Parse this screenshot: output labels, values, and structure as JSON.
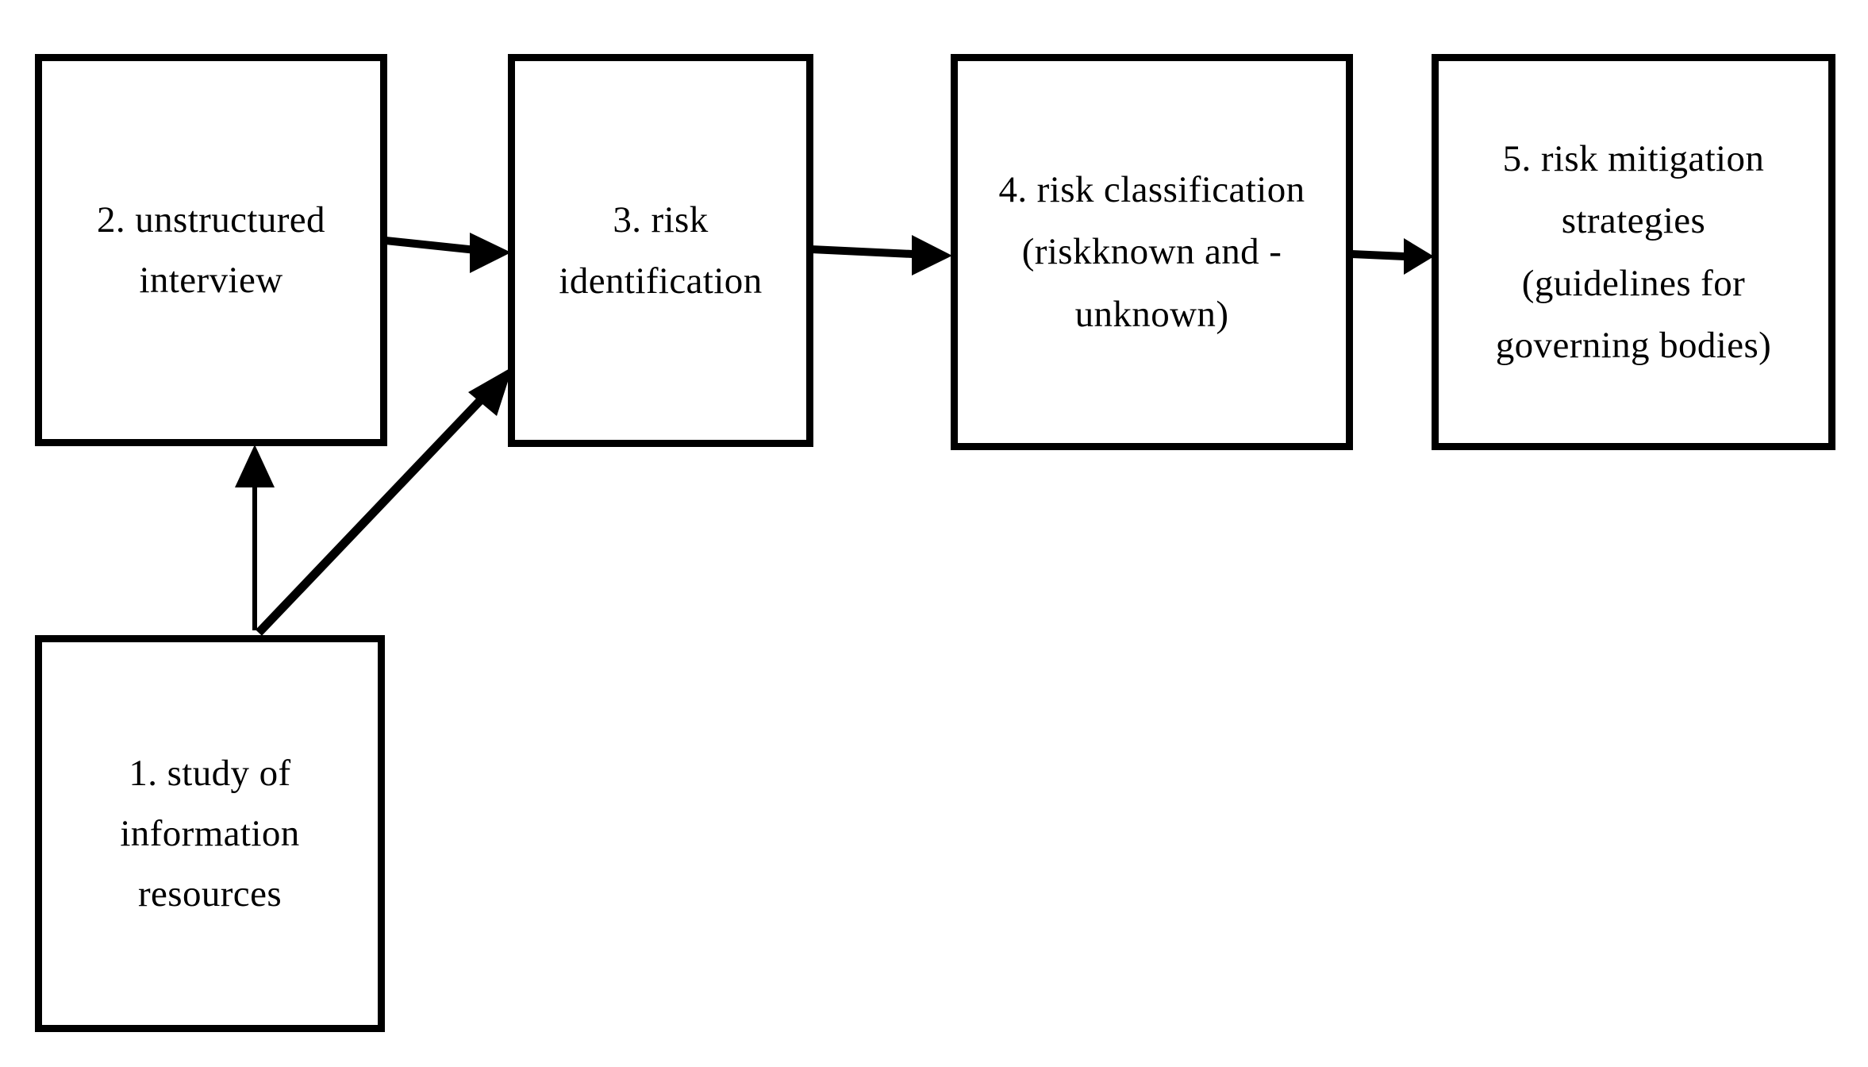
{
  "diagram": {
    "type": "flowchart",
    "orientation": "left-to-right",
    "background_color": "#ffffff",
    "stroke_color": "#000000",
    "nodes": [
      {
        "id": "node-1",
        "number": "1.",
        "label": "1. study of\ninformation\nresources",
        "shape": "rectangle"
      },
      {
        "id": "node-2",
        "number": "2.",
        "label": "2. unstructured\ninterview",
        "shape": "rectangle"
      },
      {
        "id": "node-3",
        "number": "3.",
        "label": "3. risk\nidentification",
        "shape": "rectangle"
      },
      {
        "id": "node-4",
        "number": "4.",
        "label": "4. risk classification\n(riskknown and -\nunknown)",
        "shape": "rectangle"
      },
      {
        "id": "node-5",
        "number": "5.",
        "label": "5. risk mitigation\nstrategies\n(guidelines for\ngoverning bodies)",
        "shape": "rectangle"
      }
    ],
    "edges": [
      {
        "id": "edge-1-to-2",
        "from": "node-1",
        "to": "node-2",
        "style": "solid-arrow",
        "direction": "up"
      },
      {
        "id": "edge-1-to-3",
        "from": "node-1",
        "to": "node-3",
        "style": "solid-arrow",
        "direction": "up-right-diagonal"
      },
      {
        "id": "edge-2-to-3",
        "from": "node-2",
        "to": "node-3",
        "style": "solid-arrow",
        "direction": "right"
      },
      {
        "id": "edge-3-to-4",
        "from": "node-3",
        "to": "node-4",
        "style": "solid-arrow",
        "direction": "right"
      },
      {
        "id": "edge-4-to-5",
        "from": "node-4",
        "to": "node-5",
        "style": "solid-arrow",
        "direction": "right"
      }
    ]
  }
}
